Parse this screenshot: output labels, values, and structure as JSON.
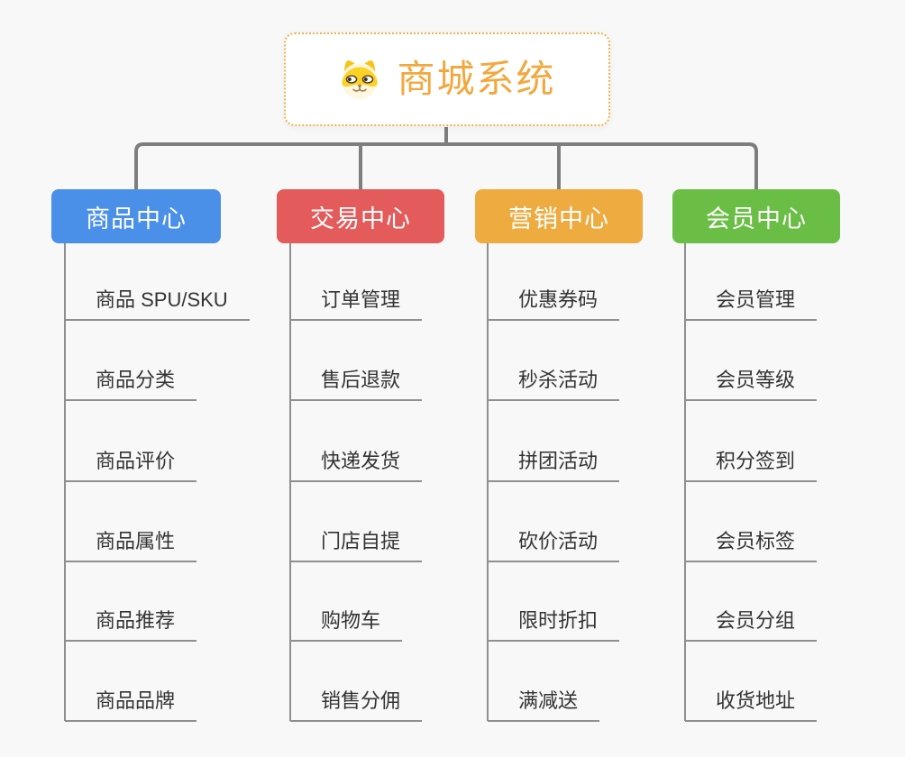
{
  "root": {
    "title": "商城系统",
    "icon": "dog-icon"
  },
  "branches": [
    {
      "label": "商品中心",
      "color": "#4a90e8",
      "items": [
        "商品 SPU/SKU",
        "商品分类",
        "商品评价",
        "商品属性",
        "商品推荐",
        "商品品牌"
      ]
    },
    {
      "label": "交易中心",
      "color": "#e45b5b",
      "items": [
        "订单管理",
        "售后退款",
        "快递发货",
        "门店自提",
        "购物车",
        "销售分佣"
      ]
    },
    {
      "label": "营销中心",
      "color": "#eeab3f",
      "items": [
        "优惠券码",
        "秒杀活动",
        "拼团活动",
        "砍价活动",
        "限时折扣",
        "满减送"
      ]
    },
    {
      "label": "会员中心",
      "color": "#6bbe45",
      "items": [
        "会员管理",
        "会员等级",
        "积分签到",
        "会员标签",
        "会员分组",
        "收货地址"
      ]
    }
  ],
  "colors": {
    "background": "#f8f8f8",
    "connector": "#7e7e7e",
    "leaf_underline": "#8f8f8f",
    "root_border": "#f2b04a",
    "root_text": "#f2a83e"
  }
}
